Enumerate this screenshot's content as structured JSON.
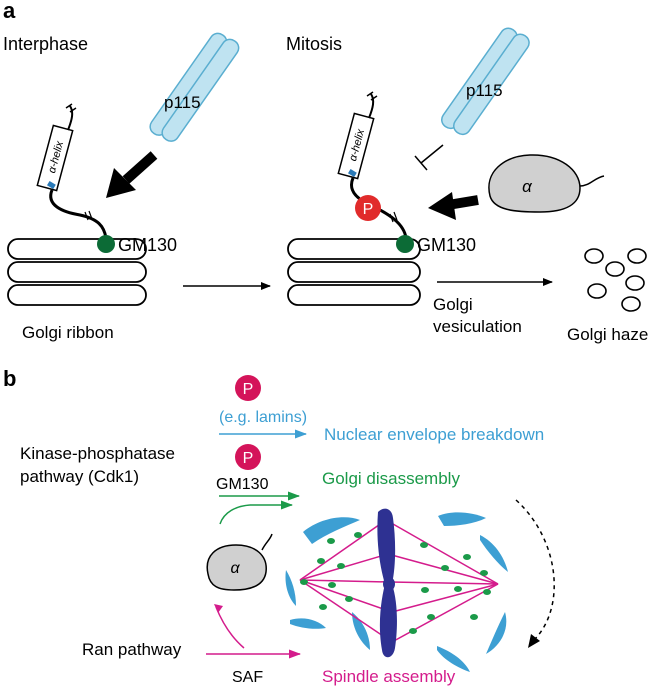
{
  "panel_a": {
    "panel_letter": "a",
    "left_title": "Interphase",
    "right_title": "Mitosis",
    "p115_left": "p115",
    "p115_right": "p115",
    "helix_left": "α-helix",
    "helix_right": "α-helix",
    "gm130_left": "GM130",
    "gm130_right": "GM130",
    "phospho_symbol": "P",
    "alpha_symbol": "α",
    "golgi_ribbon": "Golgi ribbon",
    "vesiculation_line1": "Golgi",
    "vesiculation_line2": "vesiculation",
    "golgi_haze": "Golgi haze"
  },
  "panel_b": {
    "panel_letter": "b",
    "phospho_symbol": "P",
    "lamins": "(e.g. lamins)",
    "gm130": "GM130",
    "kinase_line1": "Kinase-phosphatase",
    "kinase_line2": "pathway (Cdk1)",
    "nuclear_envelope": "Nuclear envelope breakdown",
    "golgi_disassembly": "Golgi disassembly",
    "alpha_symbol": "α",
    "ran_pathway": "Ran pathway",
    "saf": "SAF",
    "spindle_assembly": "Spindle assembly"
  },
  "colors": {
    "p115_fill": "#bfe3f1",
    "p115_stroke": "#5aaed0",
    "gm130_dot": "#0c6b36",
    "phospho_red": "#e12b2b",
    "phospho_magenta": "#d4145a",
    "nuclear_blue": "#3d9fd3",
    "golgi_green": "#1b9a49",
    "spindle_magenta": "#d41c8c",
    "chromosome": "#2e3192",
    "alpha_gray": "#d0d0d0"
  }
}
